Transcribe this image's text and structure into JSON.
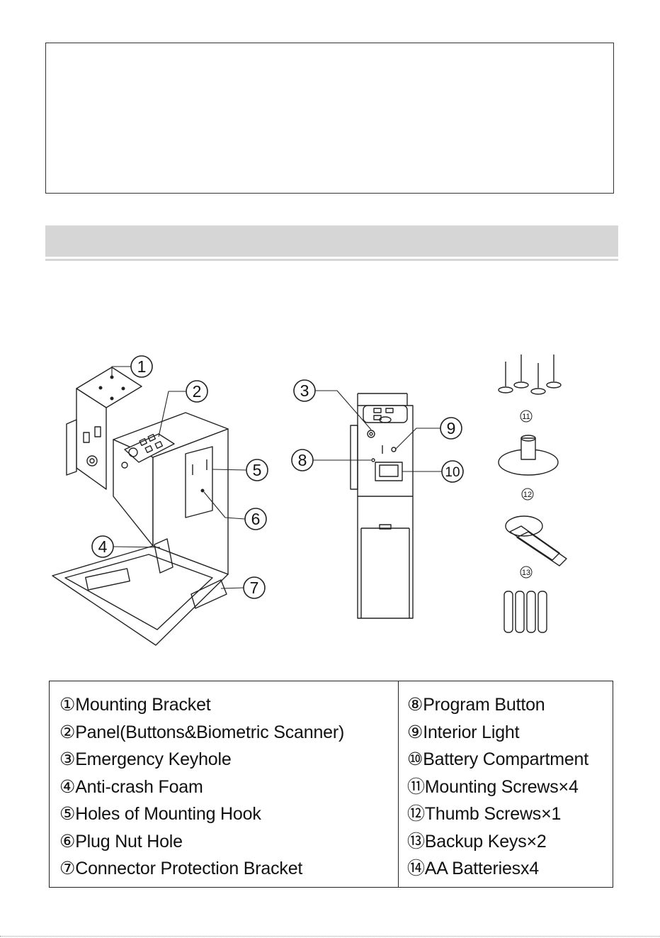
{
  "callouts": [
    "1",
    "2",
    "3",
    "4",
    "5",
    "6",
    "7",
    "8",
    "9",
    "10",
    "11",
    "12",
    "13"
  ],
  "accessory_labels": [
    "11",
    "12",
    "13"
  ],
  "parts": {
    "left": [
      "①Mounting Bracket",
      "②Panel(Buttons&Biometric Scanner)",
      "③Emergency Keyhole",
      "④Anti-crash Foam",
      "⑤Holes of Mounting Hook",
      "⑥Plug Nut Hole",
      "⑦Connector Protection Bracket"
    ],
    "right": [
      "⑧Program Button",
      "⑨Interior Light",
      "⑩Battery Compartment",
      "⑪Mounting Screws×4",
      "⑫Thumb Screws×1",
      "⑬Backup Keys×2",
      "⑭AA Batteriesx4"
    ]
  }
}
